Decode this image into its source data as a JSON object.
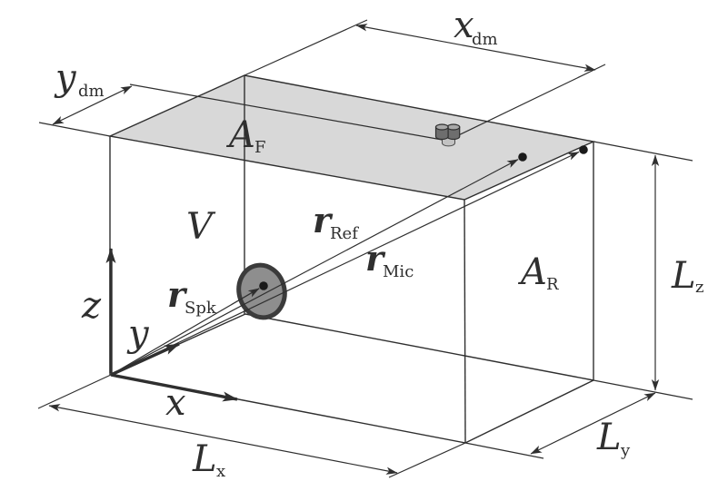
{
  "diagram": {
    "type": "3d-room-acoustics-schematic",
    "labels": {
      "x_dm": {
        "main": "x",
        "sub": "dm"
      },
      "y_dm": {
        "main": "y",
        "sub": "dm"
      },
      "A_F": {
        "main": "A",
        "sub": "F"
      },
      "A_R": {
        "main": "A",
        "sub": "R"
      },
      "V": {
        "main": "V"
      },
      "r_Ref": {
        "main": "r",
        "sub": "Ref"
      },
      "r_Mic": {
        "main": "r",
        "sub": "Mic"
      },
      "r_Spk": {
        "main": "r",
        "sub": "Spk"
      },
      "axis_x": "x",
      "axis_y": "y",
      "axis_z": "z",
      "L_x": {
        "main": "L",
        "sub": "x"
      },
      "L_y": {
        "main": "L",
        "sub": "y"
      },
      "L_z": {
        "main": "L",
        "sub": "z"
      }
    },
    "colors": {
      "background": "#ffffff",
      "line": "#2f2f2f",
      "top_face": "#d8d8d8",
      "speaker_fill": "#8e8e8e",
      "speaker_ring": "#3b3b3b",
      "dot": "#1a1a1a"
    }
  }
}
